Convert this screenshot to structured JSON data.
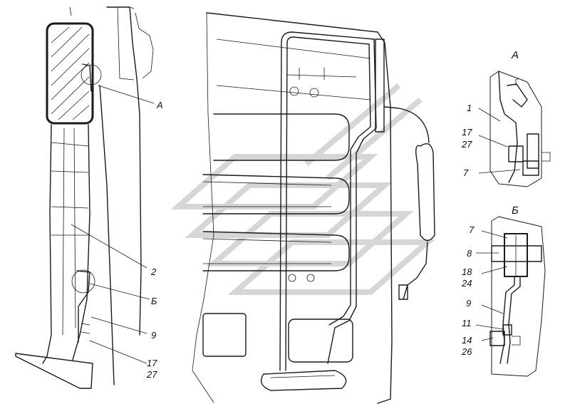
{
  "callouts": {
    "main_a": "А",
    "main_2": "2",
    "main_b": "Б",
    "main_9": "9",
    "main_17": "17",
    "main_27": "27",
    "detail_a_title": "А",
    "detail_a_1": "1",
    "detail_a_17": "17",
    "detail_a_27": "27",
    "detail_a_7": "7",
    "detail_b_title": "Б",
    "detail_b_7": "7",
    "detail_b_8": "8",
    "detail_b_18": "18",
    "detail_b_24": "24",
    "detail_b_9": "9",
    "detail_b_11": "11",
    "detail_b_14": "14",
    "detail_b_26": "26"
  },
  "icons": {
    "watermark": "logo-watermark"
  },
  "colors": {
    "ink": "#1a1a1a",
    "watermark": "#d6d6d6",
    "background": "#ffffff"
  }
}
